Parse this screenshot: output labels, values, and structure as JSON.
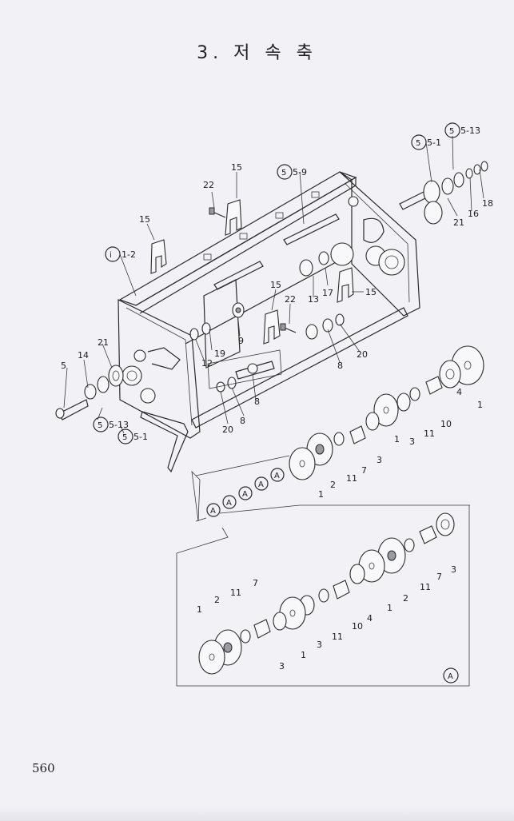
{
  "title": "3. 저 속 축",
  "page_number": "560",
  "callouts": {
    "frame_ref": "1-2",
    "sub_5_9": "5-9",
    "sub_5_1_top": "5-1",
    "sub_5_13_top": "5-13",
    "sub_5_13_left": "5-13",
    "sub_5_1_left": "5-1",
    "detail_a": "A"
  },
  "labels": {
    "p15a": "15",
    "p15b": "15",
    "p15c": "15",
    "p15d": "15",
    "p22a": "22",
    "p22b": "22",
    "p13": "13",
    "p17": "17",
    "p9": "9",
    "p19": "19",
    "p12": "12",
    "p8a": "8",
    "p8b": "8",
    "p8c": "8",
    "p20a": "20",
    "p20b": "20",
    "p14": "14",
    "p5": "5",
    "p21a": "21",
    "p21b": "21",
    "p16": "16",
    "p18": "18",
    "p1a": "1",
    "p1b": "1",
    "p1c": "1",
    "p4a": "4",
    "p10a": "10",
    "p11a": "11",
    "p11b": "11",
    "p3a": "3",
    "p3b": "3",
    "p7a": "7",
    "p2a": "2",
    "d1a": "1",
    "d2a": "2",
    "d11a": "11",
    "d7a": "7",
    "d3a": "3",
    "d1b": "1",
    "d3b": "3",
    "d11b": "11",
    "d10": "10",
    "d4": "4",
    "d1c": "1",
    "d2b": "2",
    "d11c": "11",
    "d7b": "7",
    "d3c": "3"
  },
  "detail_marker": "A"
}
